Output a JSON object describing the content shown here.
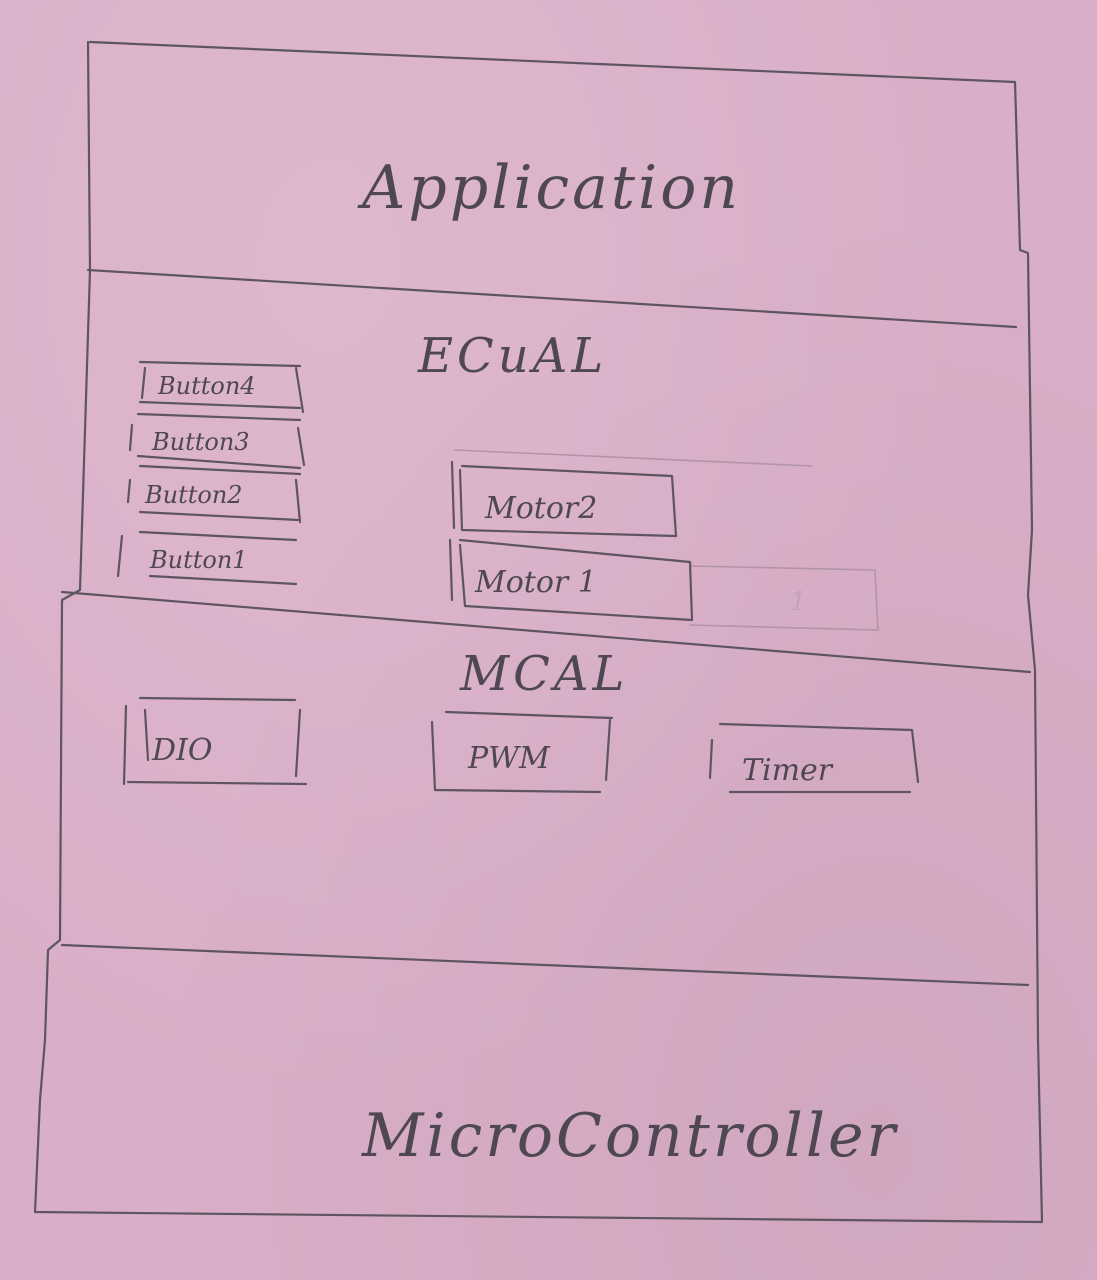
{
  "layers": {
    "application": {
      "label": "Application"
    },
    "ecual": {
      "label": "ECuAL",
      "buttons": [
        "Button4",
        "Button3",
        "Button2",
        "Button1"
      ],
      "motors": [
        "Motor2",
        "Motor 1"
      ]
    },
    "mcal": {
      "label": "MCAL",
      "peripherals": [
        "DIO",
        "PWM",
        "Timer"
      ]
    },
    "microcontroller": {
      "label": "MicroController"
    }
  }
}
